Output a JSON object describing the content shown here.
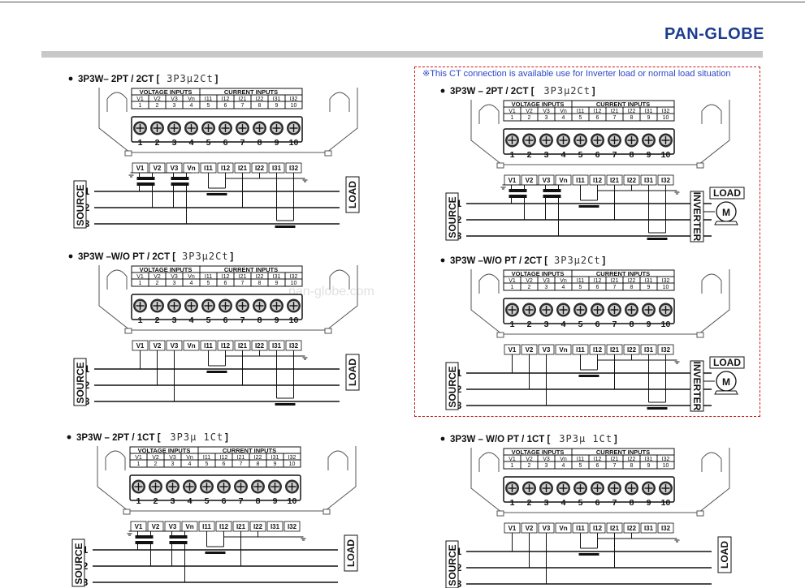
{
  "brand": "PAN-GLOBE",
  "inverter_note": "※This CT connection is available use for Inverter load or normal load situation",
  "watermark": "pan-globe.com",
  "labels": {
    "voltage_inputs": "VOLTAGE INPUTS",
    "current_inputs": "CURRENT INPUTS",
    "voltage_cols": [
      "V1",
      "V2",
      "V3",
      "Vn"
    ],
    "current_cols": [
      "I11",
      "I12",
      "I21",
      "I22",
      "I31",
      "I32"
    ],
    "terminal_numbers": [
      "1",
      "2",
      "3",
      "4",
      "5",
      "6",
      "7",
      "8",
      "9",
      "10"
    ],
    "terminal_block": [
      "V1",
      "V2",
      "V3",
      "Vn",
      "I11",
      "I12",
      "I21",
      "I22",
      "I31",
      "I32"
    ],
    "phases": [
      "V1",
      "V2",
      "V3"
    ],
    "source": "SOURCE",
    "load": "LOAD",
    "inverter": "INVERTER",
    "motor": "M"
  },
  "diagrams": [
    {
      "id": "p1",
      "title": "3P3W– 2PT / 2CT [",
      "code": "3P3μ2Ct",
      "pt": 2,
      "ct": 2,
      "inverter": false
    },
    {
      "id": "p2",
      "title": "3P3W – 2PT / 2CT [",
      "code": "3P3μ2Ct",
      "pt": 2,
      "ct": 2,
      "inverter": true
    },
    {
      "id": "p3",
      "title": "3P3W –W/O PT / 2CT [",
      "code": "3P3μ2Ct",
      "pt": 0,
      "ct": 2,
      "inverter": false
    },
    {
      "id": "p4",
      "title": "3P3W –W/O PT / 2CT [",
      "code": "3P3μ2Ct",
      "pt": 0,
      "ct": 2,
      "inverter": true
    },
    {
      "id": "p5",
      "title": "3P3W – 2PT / 1CT [",
      "code": "3P3μ 1Ct",
      "pt": 2,
      "ct": 1,
      "inverter": false
    },
    {
      "id": "p6",
      "title": "3P3W – W/O PT / 1CT [",
      "code": "3P3μ 1Ct",
      "pt": 0,
      "ct": 1,
      "inverter": false
    }
  ]
}
